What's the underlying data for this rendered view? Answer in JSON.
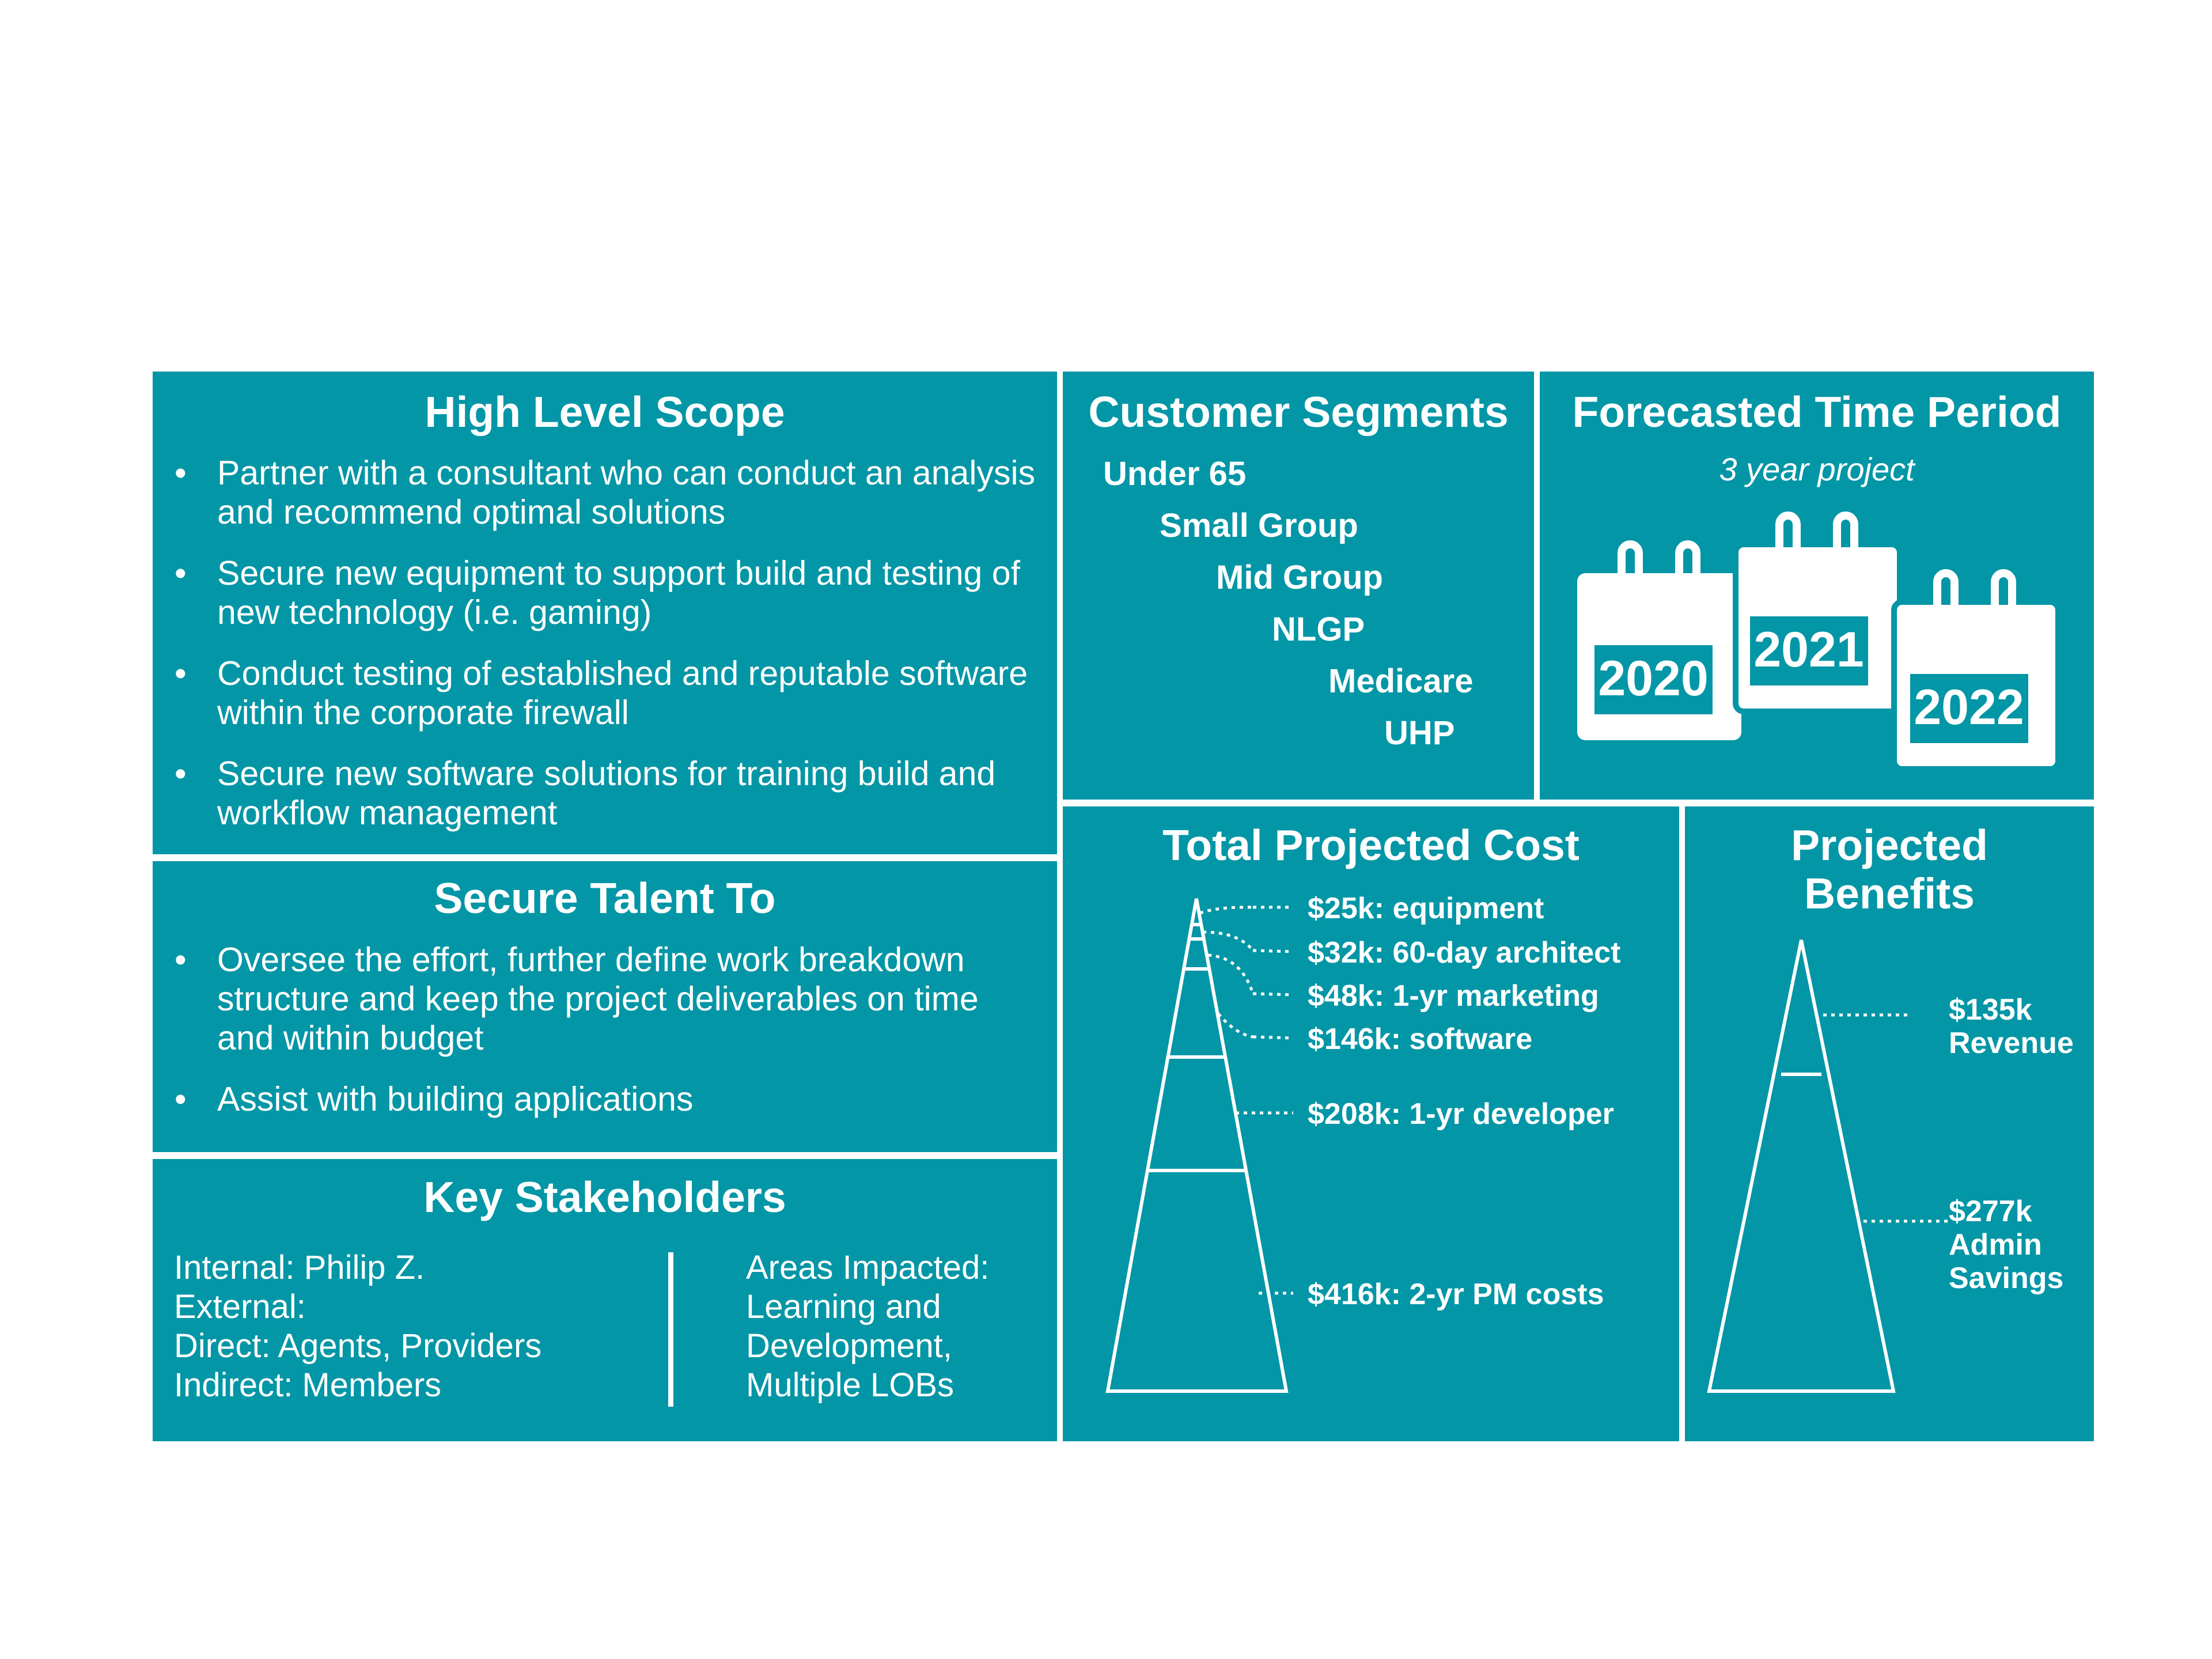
{
  "colors": {
    "panel_bg": "#0396a6",
    "text": "#ffffff",
    "page_bg": "#ffffff"
  },
  "scope": {
    "title": "High Level Scope",
    "items": [
      "Partner with a consultant who can conduct an analysis and recommend optimal solutions",
      "Secure new equipment to support build and testing of new technology (i.e. gaming)",
      "Conduct testing of established and reputable software within the corporate firewall",
      "Secure new software solutions for training build and workflow management"
    ]
  },
  "talent": {
    "title": "Secure Talent To",
    "items": [
      "Oversee the effort, further define work breakdown structure and keep the project deliverables on time and within budget",
      "Assist with building applications"
    ]
  },
  "stakeholders": {
    "title": "Key Stakeholders",
    "left": [
      "Internal: Philip Z.",
      "External:",
      "Direct: Agents, Providers",
      "Indirect: Members"
    ],
    "right": [
      "Areas Impacted:",
      "Learning and",
      "Development,",
      "Multiple LOBs"
    ]
  },
  "segments": {
    "title": "Customer Segments",
    "items": [
      "Under 65",
      "Small Group",
      "Mid Group",
      "NLGP",
      "Medicare",
      "UHP"
    ]
  },
  "forecast": {
    "title": "Forecasted Time Period",
    "subtitle": "3 year project",
    "years": [
      "2020",
      "2021",
      "2022"
    ],
    "icon": "calendar-icon"
  },
  "cost": {
    "title": "Total Projected Cost",
    "items": [
      {
        "value": 25,
        "label": "$25k: equipment"
      },
      {
        "value": 32,
        "label": "$32k: 60-day architect"
      },
      {
        "value": 48,
        "label": "$48k: 1-yr marketing"
      },
      {
        "value": 146,
        "label": "$146k: software"
      },
      {
        "value": 208,
        "label": "$208k: 1-yr developer"
      },
      {
        "value": 416,
        "label": "$416k: 2-yr PM costs"
      }
    ]
  },
  "benefits": {
    "title_lines": [
      "Projected",
      "Benefits"
    ],
    "items": [
      {
        "value": 135,
        "lines": [
          "$135k",
          "Revenue"
        ]
      },
      {
        "value": 277,
        "lines": [
          "$277k",
          "Admin",
          "Savings"
        ]
      }
    ]
  }
}
